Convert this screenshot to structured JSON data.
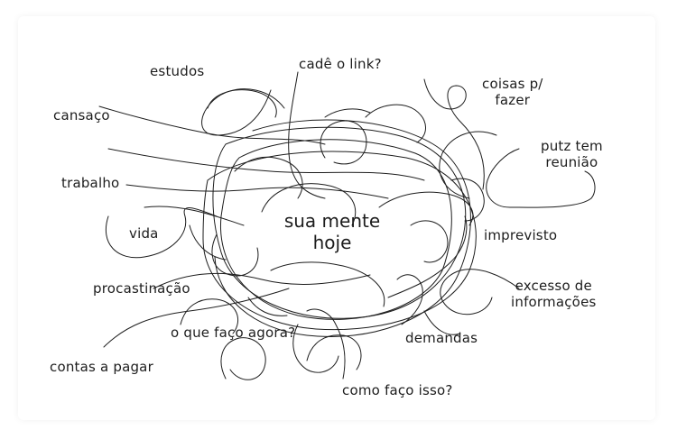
{
  "center_label": {
    "line1": "sua mente",
    "line2": "hoje"
  },
  "thoughts": {
    "estudos": "estudos",
    "cade_o_link": "cadê o link?",
    "coisas_line1": "coisas p/",
    "coisas_line2": "fazer",
    "cansaco": "cansaço",
    "putz_line1": "putz tem",
    "putz_line2": "reunião",
    "trabalho": "trabalho",
    "vida": "vida",
    "imprevisto": "imprevisto",
    "procastinacao": "procastinação",
    "excesso_line1": "excesso de",
    "excesso_line2": "informações",
    "o_que_faco": "o que faço agora?",
    "demandas": "demandas",
    "contas": "contas a pagar",
    "como_faco": "como faço isso?"
  },
  "colors": {
    "ink": "#1d1d1d",
    "background": "#ffffff"
  }
}
